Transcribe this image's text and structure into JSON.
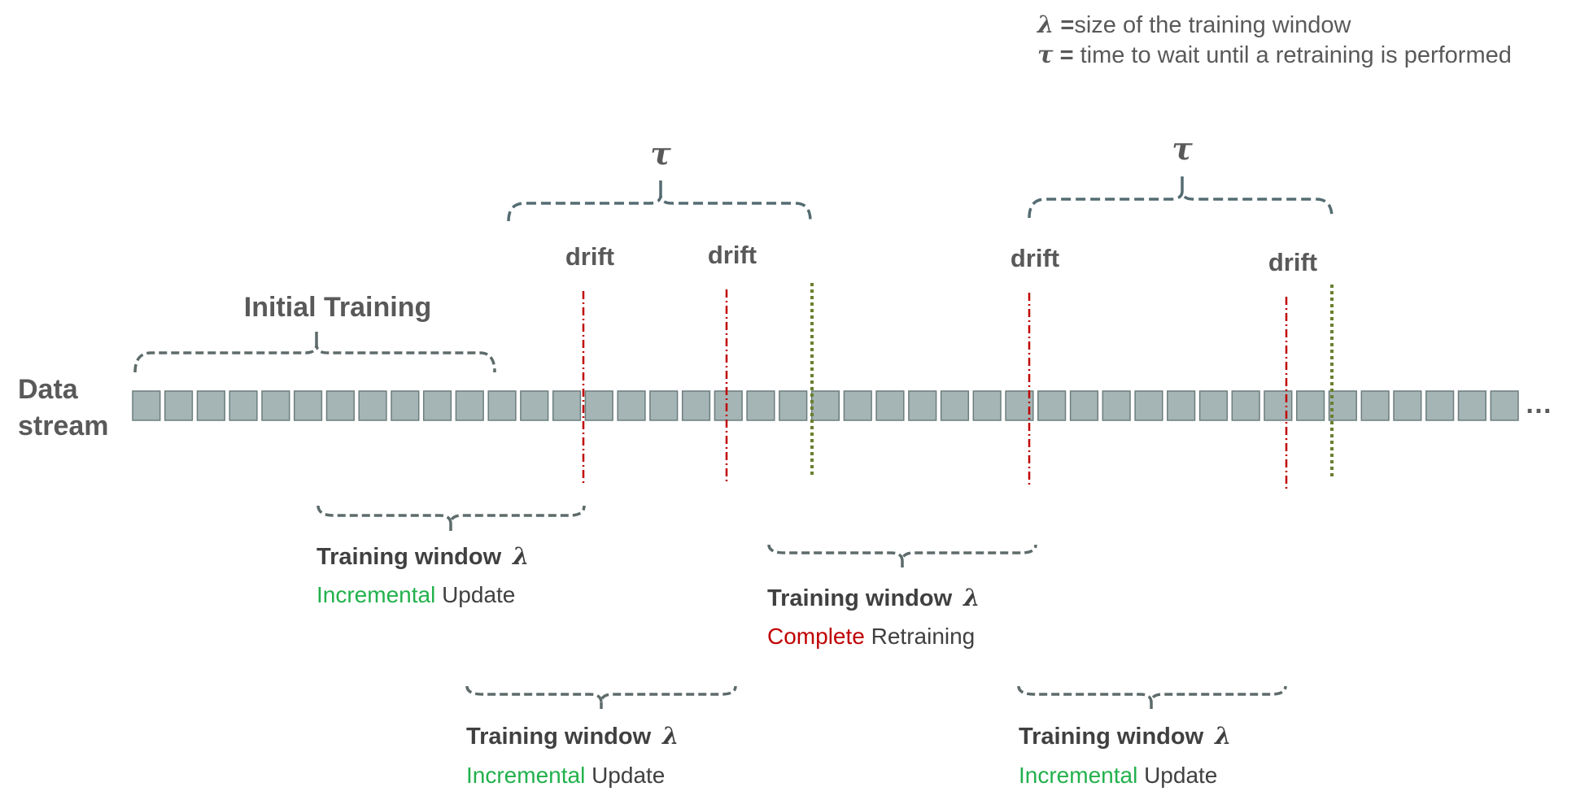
{
  "legend": {
    "lambda_symbol": "λ",
    "lambda_eq": " =",
    "lambda_text": "size of the training window",
    "tau_symbol": "τ",
    "tau_eq": " = ",
    "tau_text": "time to wait until a retraining is performed"
  },
  "tau_labels": [
    "τ",
    "τ"
  ],
  "drift_labels": [
    "drift",
    "drift",
    "drift",
    "drift"
  ],
  "initial_training": "Initial Training",
  "data_stream": [
    "Data",
    "stream"
  ],
  "ellipsis": "…",
  "windows": [
    {
      "title": "Training window",
      "symbol": "λ",
      "highlight": "Incremental",
      "rest": " Update",
      "highlight_color": "#22b14c"
    },
    {
      "title": "Training window",
      "symbol": "λ",
      "highlight": "Complete",
      "rest": " Retraining",
      "highlight_color": "#c00000"
    },
    {
      "title": "Training window",
      "symbol": "λ",
      "highlight": "Incremental",
      "rest": " Update",
      "highlight_color": "#22b14c"
    },
    {
      "title": "Training window",
      "symbol": "λ",
      "highlight": "Incremental",
      "rest": " Update",
      "highlight_color": "#22b14c"
    }
  ],
  "colors": {
    "cell_fill": "#a5b5b5",
    "drift_line": "#c00000",
    "retraining_line": "#6b7f2e",
    "incremental": "#22b14c",
    "complete": "#c00000"
  }
}
